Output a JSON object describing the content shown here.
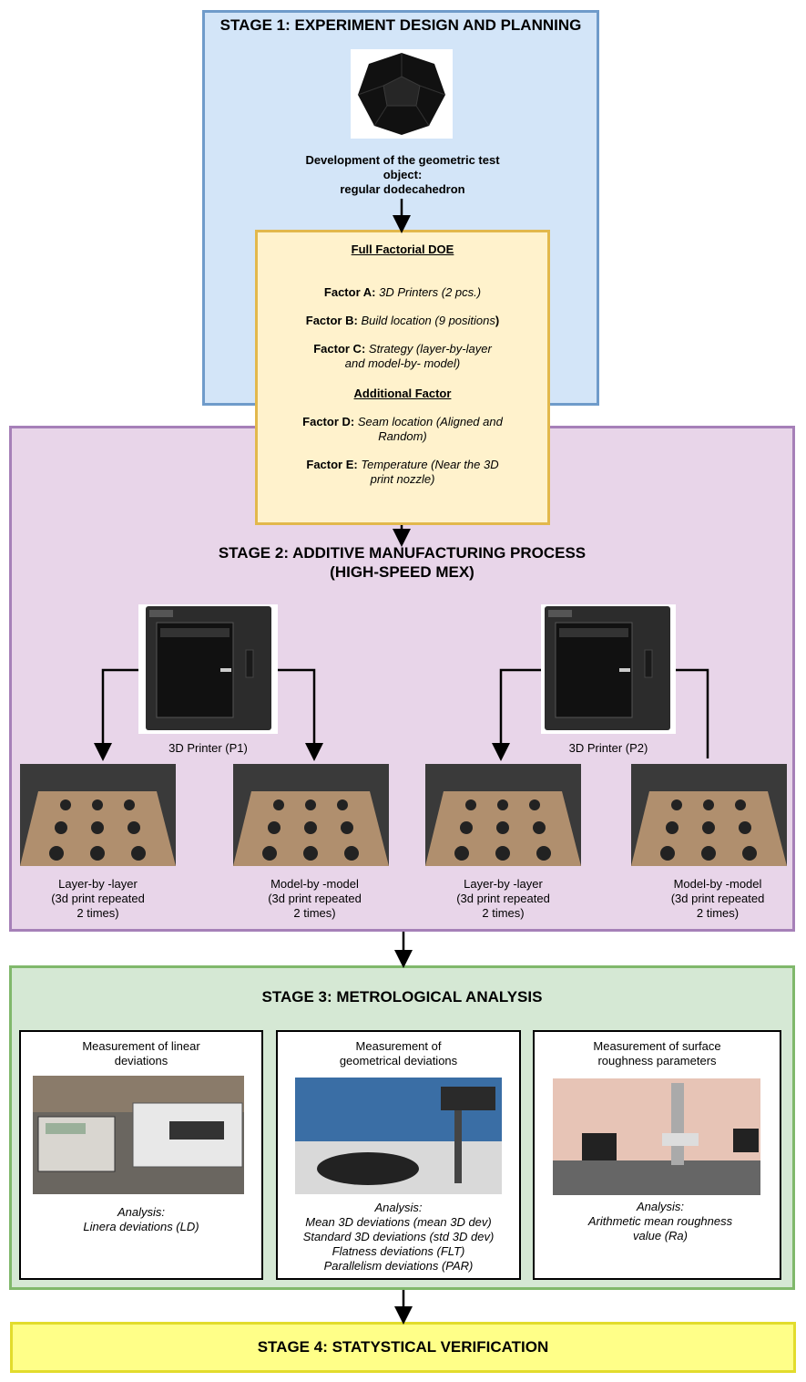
{
  "stage1": {
    "title": "STAGE 1: EXPERIMENT DESIGN AND PLANNING",
    "object_caption_line1": "Development of the geometric test",
    "object_caption_line2": "object:",
    "object_caption_line3": "regular dodecahedron"
  },
  "doe": {
    "heading": "Full Factorial DOE",
    "factor_a_label": "Factor A:",
    "factor_a_value": "3D Printers (2 pcs.)",
    "factor_b_label": "Factor B:",
    "factor_b_value": "Build location (9 positions",
    "factor_b_tail": ")",
    "factor_c_label": "Factor C:",
    "factor_c_value_line1": "Strategy (layer-by-layer",
    "factor_c_value_line2": "and model-by- model)",
    "additional_heading": "Additional Factor",
    "factor_d_label": "Factor D:",
    "factor_d_value_line1": "Seam location (Aligned and",
    "factor_d_value_line2": "Random)",
    "factor_e_label": "Factor E:",
    "factor_e_value_line1": "Temperature (Near the 3D",
    "factor_e_value_line2": "print nozzle)"
  },
  "stage2": {
    "title_line1": "STAGE 2: ADDITIVE MANUFACTURING PROCESS",
    "title_line2": "(HIGH-SPEED MEX)",
    "printer1_label": "3D Printer (P1)",
    "printer2_label": "3D Printer (P2)",
    "strategies": [
      {
        "line1": "Layer-by -layer",
        "line2": "(3d print repeated",
        "line3": "2 times)"
      },
      {
        "line1": "Model-by -model",
        "line2": "(3d print repeated",
        "line3": "2 times)"
      },
      {
        "line1": "Layer-by -layer",
        "line2": "(3d print repeated",
        "line3": "2 times)"
      },
      {
        "line1": "Model-by -model",
        "line2": "(3d print repeated",
        "line3": "2 times)"
      }
    ]
  },
  "stage3": {
    "title": "STAGE 3: METROLOGICAL ANALYSIS",
    "boxes": [
      {
        "heading_line1": "Measurement of linear",
        "heading_line2": "deviations",
        "analysis_label": "Analysis:",
        "lines": [
          "Linera deviations (LD)"
        ]
      },
      {
        "heading_line1": "Measurement of",
        "heading_line2": "geometrical  deviations",
        "analysis_label": "Analysis:",
        "lines": [
          "Mean 3D deviations (mean 3D dev)",
          "Standard 3D deviations (std 3D dev)",
          "Flatness deviations (FLT)",
          "Parallelism deviations (PAR)"
        ]
      },
      {
        "heading_line1": "Measurement of surface",
        "heading_line2": "roughness parameters",
        "analysis_label": "Analysis:",
        "lines": [
          "Arithmetic mean roughness",
          "value (Ra)"
        ]
      }
    ]
  },
  "stage4": {
    "title": "STAGE 4: STATYSTICAL VERIFICATION"
  },
  "colors": {
    "stage1_fill": "#d3e5f8",
    "stage1_border": "#6f9bca",
    "stage2_fill": "#e8d5e9",
    "stage2_border": "#a680b8",
    "stage3_fill": "#d5e8d4",
    "stage3_border": "#80b86b",
    "stage4_fill": "#ffff88",
    "stage4_border": "#e2dc2c",
    "doe_fill": "#fff2cc",
    "doe_border": "#e2b84c"
  }
}
